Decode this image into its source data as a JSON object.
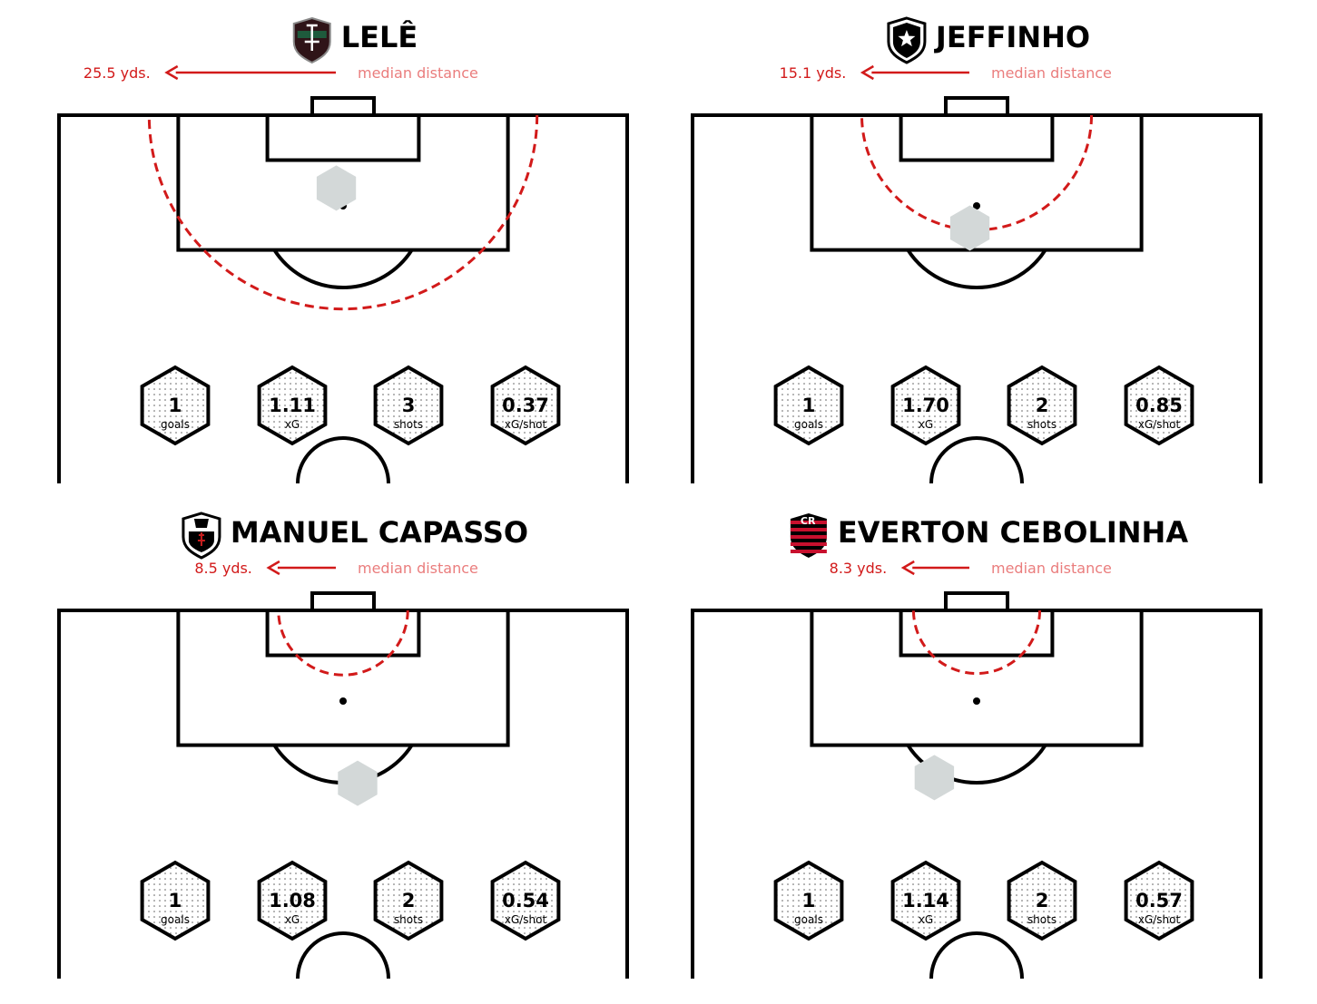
{
  "chart_data": [
    {
      "type": "shot-map",
      "player": "LELÊ",
      "club_crest": "fluminense-crest",
      "median_distance_label": "25.5 yds.",
      "median_distance_yds": 25.5,
      "median_caption": "median distance",
      "shots_shown": [
        {
          "x": 37.0,
          "y": 76.0
        }
      ],
      "stats": [
        {
          "value": "1",
          "label": "goals"
        },
        {
          "value": "1.11",
          "label": "xG"
        },
        {
          "value": "3",
          "label": "shots"
        },
        {
          "value": "0.37",
          "label": "xG/shot"
        }
      ]
    },
    {
      "type": "shot-map",
      "player": "JEFFINHO",
      "club_crest": "botafogo-crest",
      "median_distance_label": "15.1 yds.",
      "median_distance_yds": 15.1,
      "median_caption": "median distance",
      "shots_shown": [
        {
          "x": 37.0,
          "y": 90.0
        }
      ],
      "stats": [
        {
          "value": "1",
          "label": "goals"
        },
        {
          "value": "1.70",
          "label": "xG"
        },
        {
          "value": "2",
          "label": "shots"
        },
        {
          "value": "0.85",
          "label": "xG/shot"
        }
      ]
    },
    {
      "type": "shot-map",
      "player": "MANUEL CAPASSO",
      "club_crest": "vasco-crest",
      "median_distance_label": "8.5 yds.",
      "median_distance_yds": 8.5,
      "median_caption": "median distance",
      "shots_shown": [
        {
          "x": 40.0,
          "y": 111.0
        }
      ],
      "stats": [
        {
          "value": "1",
          "label": "goals"
        },
        {
          "value": "1.08",
          "label": "xG"
        },
        {
          "value": "2",
          "label": "shots"
        },
        {
          "value": "0.54",
          "label": "xG/shot"
        }
      ]
    },
    {
      "type": "shot-map",
      "player": "EVERTON CEBOLINHA",
      "club_crest": "flamengo-crest",
      "median_distance_label": "8.3 yds.",
      "median_distance_yds": 8.3,
      "median_caption": "median distance",
      "shots_shown": [
        {
          "x": 32.0,
          "y": 109.0
        }
      ],
      "stats": [
        {
          "value": "1",
          "label": "goals"
        },
        {
          "value": "1.14",
          "label": "xG"
        },
        {
          "value": "2",
          "label": "shots"
        },
        {
          "value": "0.57",
          "label": "xG/shot"
        }
      ]
    }
  ],
  "colors": {
    "median_line": "#d21a1a",
    "median_caption": "#ea7d7d",
    "shot_hex": "#d3d8d8",
    "pitch_line": "#000000"
  }
}
